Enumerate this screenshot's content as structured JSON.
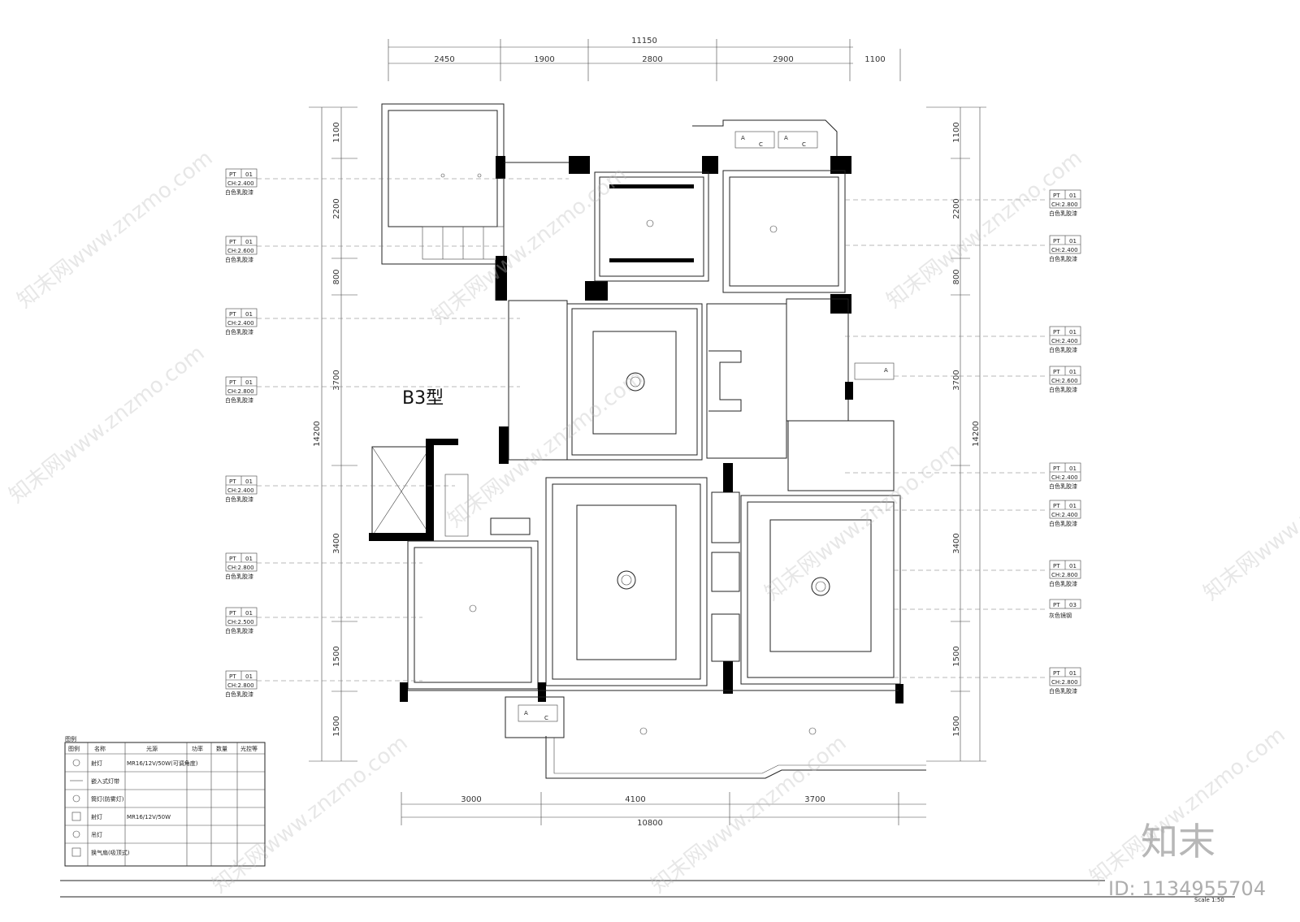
{
  "plan_label": "B3型",
  "dims_top": {
    "total": "11150",
    "segments": [
      "2450",
      "1900",
      "2800",
      "2900",
      "1100"
    ]
  },
  "dims_bottom": {
    "total": "10800",
    "segments": [
      "3000",
      "4100",
      "3700"
    ]
  },
  "dims_left": {
    "total": "14200",
    "segments": [
      "1100",
      "2200",
      "800",
      "3700",
      "3400",
      "1500",
      "1500"
    ]
  },
  "dims_right": {
    "total": "14200",
    "segments": [
      "1100",
      "2200",
      "800",
      "3700",
      "3400",
      "1500",
      "1500"
    ]
  },
  "left_tags": [
    {
      "code": "PT",
      "num": "01",
      "ch": "CH:2.400",
      "mat": "白色乳胶漆"
    },
    {
      "code": "PT",
      "num": "01",
      "ch": "CH:2.600",
      "mat": "白色乳胶漆"
    },
    {
      "code": "PT",
      "num": "01",
      "ch": "CH:2.400",
      "mat": "白色乳胶漆"
    },
    {
      "code": "PT",
      "num": "01",
      "ch": "CH:2.800",
      "mat": "白色乳胶漆"
    },
    {
      "code": "PT",
      "num": "01",
      "ch": "CH:2.400",
      "mat": "白色乳胶漆"
    },
    {
      "code": "PT",
      "num": "01",
      "ch": "CH:2.800",
      "mat": "白色乳胶漆"
    },
    {
      "code": "PT",
      "num": "01",
      "ch": "CH:2.500",
      "mat": "白色乳胶漆"
    },
    {
      "code": "PT",
      "num": "01",
      "ch": "CH:2.800",
      "mat": "白色乳胶漆"
    }
  ],
  "right_tags": [
    {
      "code": "PT",
      "num": "01",
      "ch": "CH:2.800",
      "mat": "白色乳胶漆"
    },
    {
      "code": "PT",
      "num": "01",
      "ch": "CH:2.400",
      "mat": "白色乳胶漆"
    },
    {
      "code": "PT",
      "num": "01",
      "ch": "CH:2.400",
      "mat": "白色乳胶漆"
    },
    {
      "code": "PT",
      "num": "01",
      "ch": "CH:2.600",
      "mat": "白色乳胶漆"
    },
    {
      "code": "PT",
      "num": "01",
      "ch": "CH:2.400",
      "mat": "白色乳胶漆"
    },
    {
      "code": "PT",
      "num": "01",
      "ch": "CH:2.400",
      "mat": "白色乳胶漆"
    },
    {
      "code": "PT",
      "num": "01",
      "ch": "CH:2.800",
      "mat": "白色乳胶漆"
    },
    {
      "code": "PT",
      "num": "03",
      "ch": "",
      "mat": "灰色镜钢"
    },
    {
      "code": "PT",
      "num": "01",
      "ch": "CH:2.800",
      "mat": "白色乳胶漆"
    }
  ],
  "legend": {
    "title": "图例",
    "headers": [
      "图例",
      "名称",
      "光源",
      "功率",
      "数量",
      "光控等"
    ],
    "rows": [
      {
        "name": "射灯",
        "source": "MR16/12V/50W(可调角度)"
      },
      {
        "name": "嵌入式灯带",
        "source": ""
      },
      {
        "name": "筒灯(防雾灯)",
        "source": ""
      },
      {
        "name": "射灯",
        "source": "MR16/12V/50W"
      },
      {
        "name": "吊灯",
        "source": ""
      },
      {
        "name": "换气扇(吸顶式)",
        "source": ""
      }
    ]
  },
  "ac_labels": [
    "A",
    "C",
    "A",
    "C",
    "A",
    "A",
    "C"
  ],
  "brand": "知末",
  "id_text": "ID: 1134955704",
  "scale": "Scale 1:50",
  "watermark": "知末网www.znzmo.com"
}
